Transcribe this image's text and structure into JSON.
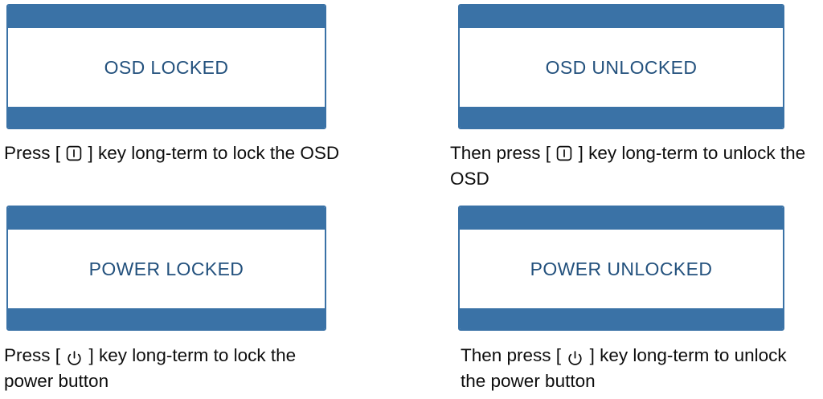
{
  "page": {
    "title": "OSD and Power Lock / Unlock instructions",
    "background_color": "#ffffff"
  },
  "colors": {
    "panel_blue": "#3a72a6",
    "panel_text_blue": "#23517d",
    "caption_text": "#0d0d0d",
    "panel_background": "#ffffff"
  },
  "panels": [
    {
      "id": "osd-locked",
      "osd_message": "OSD LOCKED",
      "caption": {
        "before_icon": "Press [ ",
        "icon": "menu-key-icon",
        "after_icon": " ] key long-term to lock the OSD"
      }
    },
    {
      "id": "osd-unlocked",
      "osd_message": "OSD UNLOCKED",
      "caption": {
        "before_icon": "Then press [ ",
        "icon": "menu-key-icon",
        "after_icon": " ] key long-term to unlock the OSD"
      }
    },
    {
      "id": "power-locked",
      "osd_message": "POWER LOCKED",
      "caption": {
        "before_icon": "Press [ ",
        "icon": "power-key-icon",
        "after_icon": " ] key long-term to lock the power button"
      }
    },
    {
      "id": "power-unlocked",
      "osd_message": "POWER UNLOCKED",
      "caption": {
        "before_icon": "Then press [ ",
        "icon": "power-key-icon",
        "after_icon": " ] key long-term to unlock the power button"
      }
    }
  ]
}
